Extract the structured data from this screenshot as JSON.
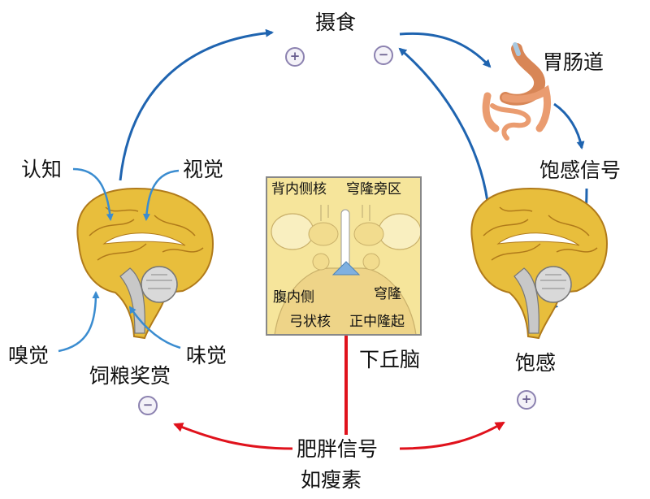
{
  "labels": {
    "feeding": "摄食",
    "gi_tract": "胃肠道",
    "satiety_signal": "饱感信号",
    "satiety": "饱感",
    "cognition": "认知",
    "vision": "视觉",
    "smell": "嗅觉",
    "taste": "味觉",
    "food_reward": "饲粮奖赏",
    "hypothalamus": "下丘脑",
    "adiposity_signal": "肥胖信号",
    "leptin": "如瘦素"
  },
  "hypothalamus_regions": {
    "dmh": "背内侧核",
    "paraventricular": "穹隆旁区",
    "vmh": "腹内侧",
    "fornix": "穹隆",
    "arcuate": "弓状核",
    "median_eminence": "正中隆起"
  },
  "signs": {
    "feeding_plus": "+",
    "feeding_minus": "−",
    "reward_minus": "−",
    "satiety_plus": "+"
  },
  "colors": {
    "blue_arrow": "#1f64b0",
    "red_arrow": "#e0121c",
    "brain_fill": "#e8be3c",
    "brain_outline": "#b07a1a",
    "hypo_bg": "#f6e59b",
    "stomach": "#f0a070"
  }
}
